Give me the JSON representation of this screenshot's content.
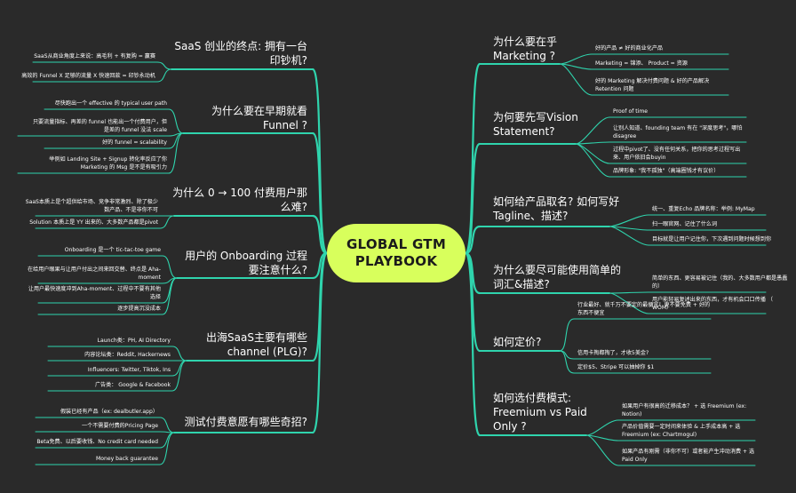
{
  "center": {
    "line1": "GLOBAL GTM",
    "line2": "PLAYBOOK",
    "color": "#d8ff5c"
  },
  "line_color": "#2fd4ad",
  "left": [
    {
      "title": [
        "SaaS 创业的终点: 拥有一台",
        "印钞机?"
      ],
      "items": [
        "SaaS从商业角度上来说：高毛利 + 有复购 = 赢赛",
        "高效的 Funnel X 足够的流量 X 快速回款 = 印钞永动机"
      ]
    },
    {
      "title": [
        "为什么要在早期就看",
        "Funnel ?"
      ],
      "items": [
        "尽快跑出一个 effective 的 typical user path",
        "只要流量指标、再差的 funnel 也能出一个付费用户，但\n是差的 funnel 没法 scale",
        "好的 funnel = scalability",
        "举例如 Landing Site + Signup 转化率反应了你\nMarketing 的 Msg 是不是有吸引力"
      ]
    },
    {
      "title": [
        "为什么 0 → 100 付费用户那",
        "么难?"
      ],
      "items": [
        "SaaS本质上是个超供给市场、竞争非常激烈、除了极少\n数产品、不是非你不可",
        "Solution 本质上是 YY 出来的、大多数产品都是pivot"
      ]
    },
    {
      "title": [
        "用户的 Onboarding 过程",
        "要注意什么?"
      ],
      "items": [
        "Onboarding 是一个 tic-tac-toe game",
        "在给用户眼果与让用户付出之间来回交替、终点是 Aha-\nmoment",
        "让用户最快速度冲到Aha-moment、过程中不要有其他\n选择",
        "逐步提高沉没成本"
      ]
    },
    {
      "title": [
        "出海SaaS主要有哪些",
        "channel (PLG)?"
      ],
      "items": [
        "Launch类：PH, AI Directory",
        "内容论坛类：Reddit, Hackernews",
        "Influencers: Twitter, Tiktok, Ins",
        "广告类： Google & Facebook"
      ]
    },
    {
      "title": [
        "测试付费意愿有哪些奇招?"
      ],
      "items": [
        "假装已经有产品（ex: dealbutler.app）",
        "一个不需要付费的Pricing Page",
        "Beta免费、以后要收钱、No credit card needed",
        "Money back guarantee"
      ]
    }
  ],
  "right": [
    {
      "title": [
        "为什么要在乎",
        "Marketing ?"
      ],
      "items": [
        "好的产品 ≠ 好的商业化产品",
        "Marketing = 锦添、 Product = 资源",
        "好的 Marketing 解决付费问题 & 好的产品解决\nRetention 问题"
      ]
    },
    {
      "title": [
        "为何要先写Vision",
        "Statement?"
      ],
      "items": [
        "Proof of time",
        "让别人知道、founding team 有在 \"深度思考\"，哪怕\ndisagree",
        "过程中pivot了、没有任何关系，把你的思考过程写出\n来、用户依旧会buyin",
        "品牌形象: \"我不孤独\"（高端圈钱才有议价）"
      ]
    },
    {
      "title": [
        "如何给产品取名? 如何写好",
        "Tagline、描述?"
      ],
      "items": [
        "统一、重复Echo 品牌名称：举例: MyMap",
        "扫一眼官网、记住了什么词",
        "目标就是让用户记住你，下次遇到问题时候想到你"
      ]
    },
    {
      "title": [
        "为什么要尽可能使用简单的",
        "词汇&描述?"
      ],
      "items": [
        "简单的东西、更容易被记住（我的、大多数用户都是愚蠢\n的）",
        "用户能轻易复述出来的东西，才有机会口口传播 （\nWOM）"
      ]
    },
    {
      "title": [
        "如何定价?"
      ],
      "items": [
        "行业最好、就千万不要定的最便宜！更不要免费 + 好的\n东西不便宜",
        "信用卡掏都掏了，才收5美金?",
        "定价$5、Stripe 可以抽掉你 $1"
      ]
    },
    {
      "title": [
        "如何选付费模式:",
        "Freemium vs Paid",
        "Only ?"
      ],
      "items": [
        "如果用户有很高的迁移成本？ + 选 Freemium (ex:\nNotion)",
        "产品价值需要一定时间来体验 & 上手成本高 + 选\nFreemium (ex: Chartmogul)",
        "如果产品有刚需（非你不可）或者能产生冲动消费 + 选\nPaid Only"
      ]
    }
  ]
}
